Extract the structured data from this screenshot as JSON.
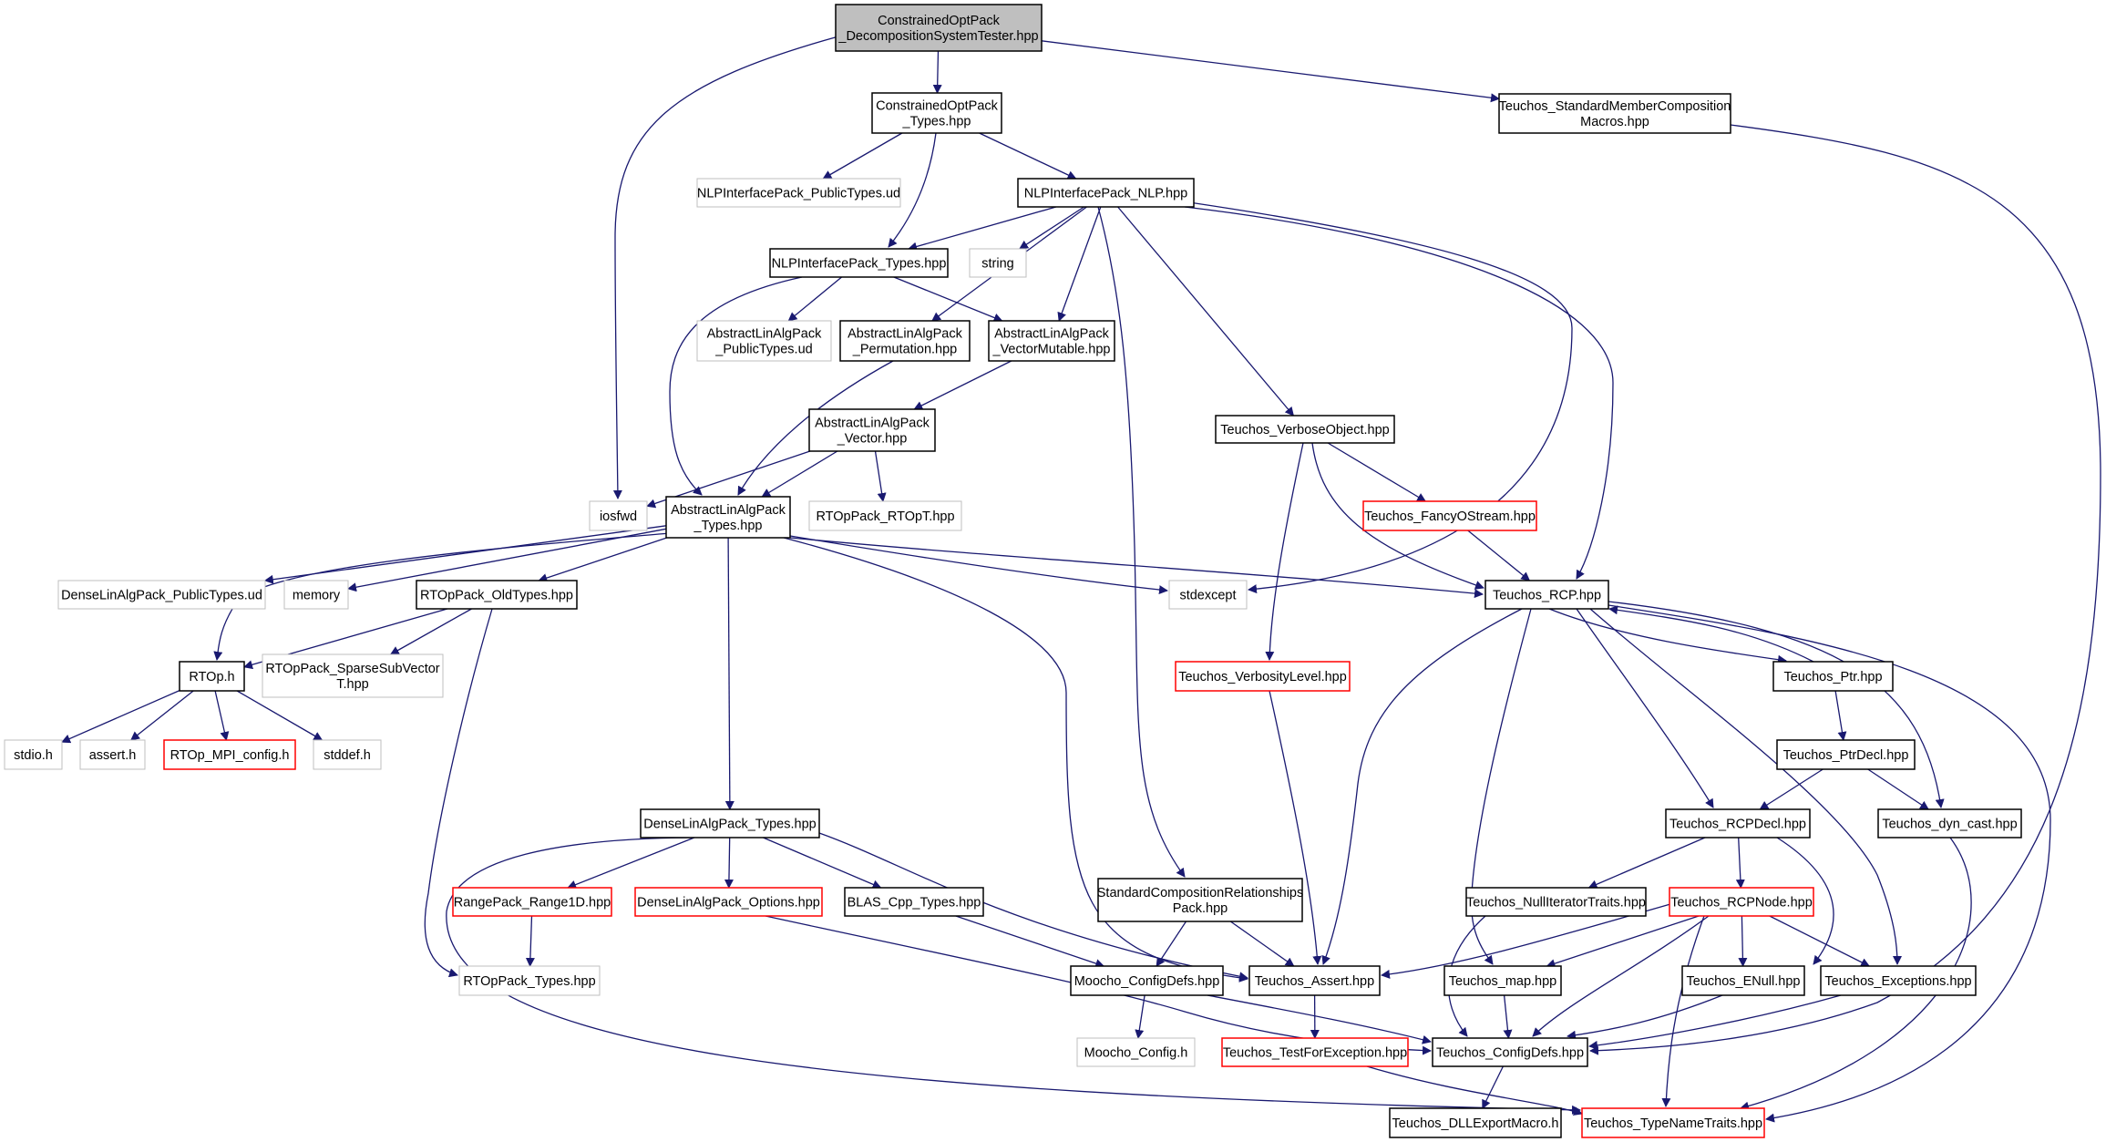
{
  "diagram": {
    "title": "",
    "nodes": [
      {
        "id": "root",
        "lines": [
          "ConstrainedOptPack",
          "_DecompositionSystemTester.hpp"
        ],
        "style": "root"
      },
      {
        "id": "cop_types",
        "lines": [
          "ConstrainedOptPack",
          "_Types.hpp"
        ],
        "style": "normal"
      },
      {
        "id": "t_smcm",
        "lines": [
          "Teuchos_StandardMemberComposition",
          "Macros.hpp"
        ],
        "style": "normal"
      },
      {
        "id": "nlp_pub",
        "lines": [
          "NLPInterfacePack_PublicTypes.ud"
        ],
        "style": "ext"
      },
      {
        "id": "nlp_nlp",
        "lines": [
          "NLPInterfacePack_NLP.hpp"
        ],
        "style": "normal"
      },
      {
        "id": "nlp_types",
        "lines": [
          "NLPInterfacePack_Types.hpp"
        ],
        "style": "normal"
      },
      {
        "id": "string",
        "lines": [
          "string"
        ],
        "style": "ext"
      },
      {
        "id": "ala_pub",
        "lines": [
          "AbstractLinAlgPack",
          "_PublicTypes.ud"
        ],
        "style": "ext"
      },
      {
        "id": "ala_perm",
        "lines": [
          "AbstractLinAlgPack",
          "_Permutation.hpp"
        ],
        "style": "normal"
      },
      {
        "id": "ala_vm",
        "lines": [
          "AbstractLinAlgPack",
          "_VectorMutable.hpp"
        ],
        "style": "normal"
      },
      {
        "id": "ala_vec",
        "lines": [
          "AbstractLinAlgPack",
          "_Vector.hpp"
        ],
        "style": "normal"
      },
      {
        "id": "t_vo",
        "lines": [
          "Teuchos_VerboseObject.hpp"
        ],
        "style": "normal"
      },
      {
        "id": "iosfwd",
        "lines": [
          "iosfwd"
        ],
        "style": "ext"
      },
      {
        "id": "ala_types",
        "lines": [
          "AbstractLinAlgPack",
          "_Types.hpp"
        ],
        "style": "normal"
      },
      {
        "id": "rtop_t",
        "lines": [
          "RTOpPack_RTOpT.hpp"
        ],
        "style": "ext"
      },
      {
        "id": "t_fos",
        "lines": [
          "Teuchos_FancyOStream.hpp"
        ],
        "style": "red"
      },
      {
        "id": "dla_pub",
        "lines": [
          "DenseLinAlgPack_PublicTypes.ud"
        ],
        "style": "ext"
      },
      {
        "id": "memory",
        "lines": [
          "memory"
        ],
        "style": "ext"
      },
      {
        "id": "rtop_old",
        "lines": [
          "RTOpPack_OldTypes.hpp"
        ],
        "style": "normal"
      },
      {
        "id": "stdexcept",
        "lines": [
          "stdexcept"
        ],
        "style": "ext"
      },
      {
        "id": "t_rcp",
        "lines": [
          "Teuchos_RCP.hpp"
        ],
        "style": "normal"
      },
      {
        "id": "rtop_h",
        "lines": [
          "RTOp.h"
        ],
        "style": "normal"
      },
      {
        "id": "rtop_ssv",
        "lines": [
          "RTOpPack_SparseSubVector",
          "T.hpp"
        ],
        "style": "ext"
      },
      {
        "id": "t_vl",
        "lines": [
          "Teuchos_VerbosityLevel.hpp"
        ],
        "style": "red"
      },
      {
        "id": "t_ptr",
        "lines": [
          "Teuchos_Ptr.hpp"
        ],
        "style": "normal"
      },
      {
        "id": "stdio",
        "lines": [
          "stdio.h"
        ],
        "style": "ext"
      },
      {
        "id": "assert",
        "lines": [
          "assert.h"
        ],
        "style": "ext"
      },
      {
        "id": "rtop_mpi",
        "lines": [
          "RTOp_MPI_config.h"
        ],
        "style": "red"
      },
      {
        "id": "stddef",
        "lines": [
          "stddef.h"
        ],
        "style": "ext"
      },
      {
        "id": "t_ptrdecl",
        "lines": [
          "Teuchos_PtrDecl.hpp"
        ],
        "style": "normal"
      },
      {
        "id": "dla_types",
        "lines": [
          "DenseLinAlgPack_Types.hpp"
        ],
        "style": "normal"
      },
      {
        "id": "t_rcpdecl",
        "lines": [
          "Teuchos_RCPDecl.hpp"
        ],
        "style": "normal"
      },
      {
        "id": "t_dyn",
        "lines": [
          "Teuchos_dyn_cast.hpp"
        ],
        "style": "normal"
      },
      {
        "id": "scrp",
        "lines": [
          "StandardCompositionRelationships",
          "Pack.hpp"
        ],
        "style": "normal"
      },
      {
        "id": "rp_r1d",
        "lines": [
          "RangePack_Range1D.hpp"
        ],
        "style": "red"
      },
      {
        "id": "dla_opt",
        "lines": [
          "DenseLinAlgPack_Options.hpp"
        ],
        "style": "red"
      },
      {
        "id": "blas",
        "lines": [
          "BLAS_Cpp_Types.hpp"
        ],
        "style": "normal"
      },
      {
        "id": "t_nit",
        "lines": [
          "Teuchos_NullIteratorTraits.hpp"
        ],
        "style": "normal"
      },
      {
        "id": "t_rcpnode",
        "lines": [
          "Teuchos_RCPNode.hpp"
        ],
        "style": "red"
      },
      {
        "id": "rtop_types",
        "lines": [
          "RTOpPack_Types.hpp"
        ],
        "style": "ext"
      },
      {
        "id": "moocho_cd",
        "lines": [
          "Moocho_ConfigDefs.hpp"
        ],
        "style": "normal"
      },
      {
        "id": "t_assert",
        "lines": [
          "Teuchos_Assert.hpp"
        ],
        "style": "normal"
      },
      {
        "id": "t_map",
        "lines": [
          "Teuchos_map.hpp"
        ],
        "style": "normal"
      },
      {
        "id": "t_enull",
        "lines": [
          "Teuchos_ENull.hpp"
        ],
        "style": "normal"
      },
      {
        "id": "t_exc",
        "lines": [
          "Teuchos_Exceptions.hpp"
        ],
        "style": "normal"
      },
      {
        "id": "moocho_cfg",
        "lines": [
          "Moocho_Config.h"
        ],
        "style": "ext"
      },
      {
        "id": "t_tfe",
        "lines": [
          "Teuchos_TestForException.hpp"
        ],
        "style": "red"
      },
      {
        "id": "t_cd",
        "lines": [
          "Teuchos_ConfigDefs.hpp"
        ],
        "style": "normal"
      },
      {
        "id": "t_dll",
        "lines": [
          "Teuchos_DLLExportMacro.h"
        ],
        "style": "normal"
      },
      {
        "id": "t_tnt",
        "lines": [
          "Teuchos_TypeNameTraits.hpp"
        ],
        "style": "red"
      }
    ],
    "edges": [
      [
        "root",
        "cop_types"
      ],
      [
        "root",
        "t_smcm"
      ],
      [
        "root",
        "iosfwd"
      ],
      [
        "t_smcm",
        "t_cd"
      ],
      [
        "cop_types",
        "nlp_pub"
      ],
      [
        "cop_types",
        "nlp_nlp"
      ],
      [
        "cop_types",
        "nlp_types"
      ],
      [
        "nlp_nlp",
        "nlp_types"
      ],
      [
        "nlp_nlp",
        "string"
      ],
      [
        "nlp_nlp",
        "ala_perm"
      ],
      [
        "nlp_nlp",
        "ala_vm"
      ],
      [
        "nlp_nlp",
        "t_vo"
      ],
      [
        "nlp_nlp",
        "t_rcp"
      ],
      [
        "nlp_nlp",
        "stdexcept"
      ],
      [
        "nlp_nlp",
        "scrp"
      ],
      [
        "nlp_types",
        "ala_pub"
      ],
      [
        "nlp_types",
        "ala_vm"
      ],
      [
        "nlp_types",
        "ala_types"
      ],
      [
        "ala_perm",
        "ala_types"
      ],
      [
        "ala_vm",
        "ala_vec"
      ],
      [
        "ala_vec",
        "iosfwd"
      ],
      [
        "ala_vec",
        "ala_types"
      ],
      [
        "ala_vec",
        "rtop_t"
      ],
      [
        "t_vo",
        "t_fos"
      ],
      [
        "t_vo",
        "t_rcp"
      ],
      [
        "t_vo",
        "t_vl"
      ],
      [
        "t_fos",
        "t_rcp"
      ],
      [
        "ala_types",
        "dla_pub"
      ],
      [
        "ala_types",
        "memory"
      ],
      [
        "ala_types",
        "rtop_old"
      ],
      [
        "ala_types",
        "rtop_h"
      ],
      [
        "ala_types",
        "stdexcept"
      ],
      [
        "ala_types",
        "t_rcp"
      ],
      [
        "ala_types",
        "dla_types"
      ],
      [
        "ala_types",
        "t_assert"
      ],
      [
        "rtop_old",
        "rtop_h"
      ],
      [
        "rtop_old",
        "rtop_ssv"
      ],
      [
        "rtop_old",
        "rtop_types"
      ],
      [
        "rtop_h",
        "stdio"
      ],
      [
        "rtop_h",
        "assert"
      ],
      [
        "rtop_h",
        "rtop_mpi"
      ],
      [
        "rtop_h",
        "stddef"
      ],
      [
        "t_rcp",
        "t_ptr"
      ],
      [
        "t_rcp",
        "t_rcpdecl"
      ],
      [
        "t_rcp",
        "t_dyn"
      ],
      [
        "t_rcp",
        "t_assert"
      ],
      [
        "t_rcp",
        "t_map"
      ],
      [
        "t_rcp",
        "t_exc"
      ],
      [
        "t_rcp",
        "t_tnt"
      ],
      [
        "t_ptr",
        "t_rcp"
      ],
      [
        "t_ptr",
        "t_ptrdecl"
      ],
      [
        "t_ptrdecl",
        "t_rcpdecl"
      ],
      [
        "t_ptrdecl",
        "t_dyn"
      ],
      [
        "t_vl",
        "t_assert"
      ],
      [
        "dla_types",
        "rp_r1d"
      ],
      [
        "dla_types",
        "dla_opt"
      ],
      [
        "dla_types",
        "blas"
      ],
      [
        "dla_types",
        "t_assert"
      ],
      [
        "dla_types",
        "t_tnt"
      ],
      [
        "rp_r1d",
        "rtop_types"
      ],
      [
        "dla_opt",
        "t_cd"
      ],
      [
        "blas",
        "moocho_cd"
      ],
      [
        "scrp",
        "moocho_cd"
      ],
      [
        "scrp",
        "t_assert"
      ],
      [
        "t_rcpdecl",
        "t_rcpnode"
      ],
      [
        "t_rcpdecl",
        "t_nit"
      ],
      [
        "t_rcpdecl",
        "t_enull"
      ],
      [
        "t_dyn",
        "t_tnt"
      ],
      [
        "t_nit",
        "t_cd"
      ],
      [
        "t_rcpnode",
        "t_assert"
      ],
      [
        "t_rcpnode",
        "t_map"
      ],
      [
        "t_rcpnode",
        "t_enull"
      ],
      [
        "t_rcpnode",
        "t_exc"
      ],
      [
        "t_rcpnode",
        "t_cd"
      ],
      [
        "t_rcpnode",
        "t_tnt"
      ],
      [
        "moocho_cd",
        "moocho_cfg"
      ],
      [
        "moocho_cd",
        "t_cd"
      ],
      [
        "t_assert",
        "t_tfe"
      ],
      [
        "t_map",
        "t_cd"
      ],
      [
        "t_enull",
        "t_cd"
      ],
      [
        "t_exc",
        "t_cd"
      ],
      [
        "t_tfe",
        "t_tnt"
      ],
      [
        "t_cd",
        "t_dll"
      ]
    ],
    "colors": {
      "edge": "#191970",
      "normal_border": "#000000",
      "red_border": "#ff0000",
      "ext_border": "#bfbfbf",
      "root_fill": "#bfbfbf",
      "text": "#000000"
    }
  }
}
